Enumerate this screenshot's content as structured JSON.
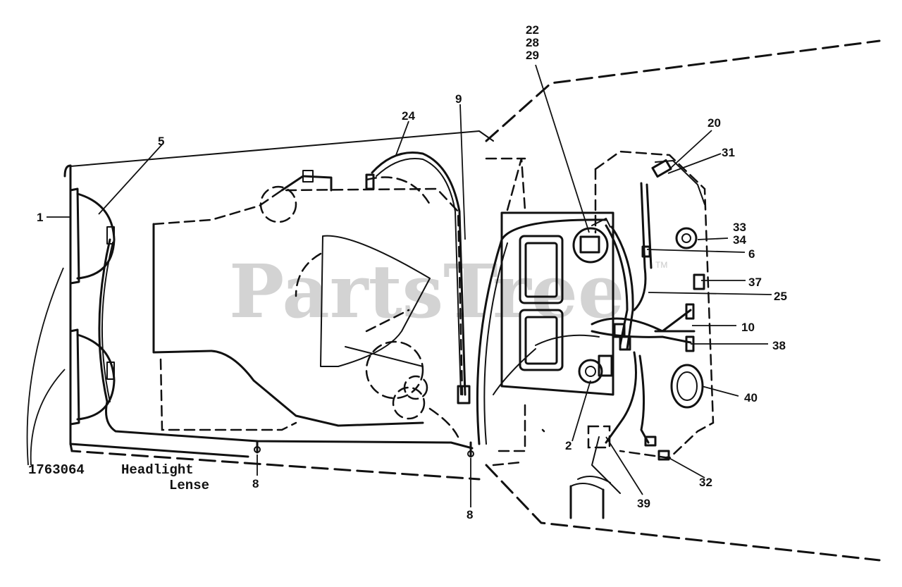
{
  "diagram": {
    "watermark": "PartsTree",
    "trademark": "TM",
    "caption_part_number": "1763064",
    "caption_line1": "Headlight",
    "caption_line2": "Lense",
    "callouts": {
      "c1": "1",
      "c5": "5",
      "c24": "24",
      "c9": "9",
      "c22": "22",
      "c28": "28",
      "c29": "29",
      "c20": "20",
      "c31": "31",
      "c33": "33",
      "c34": "34",
      "c6": "6",
      "c37": "37",
      "c25": "25",
      "c10": "10",
      "c38": "38",
      "c40": "40",
      "c2": "2",
      "c32": "32",
      "c39": "39",
      "c8a": "8",
      "c8b": "8"
    }
  }
}
